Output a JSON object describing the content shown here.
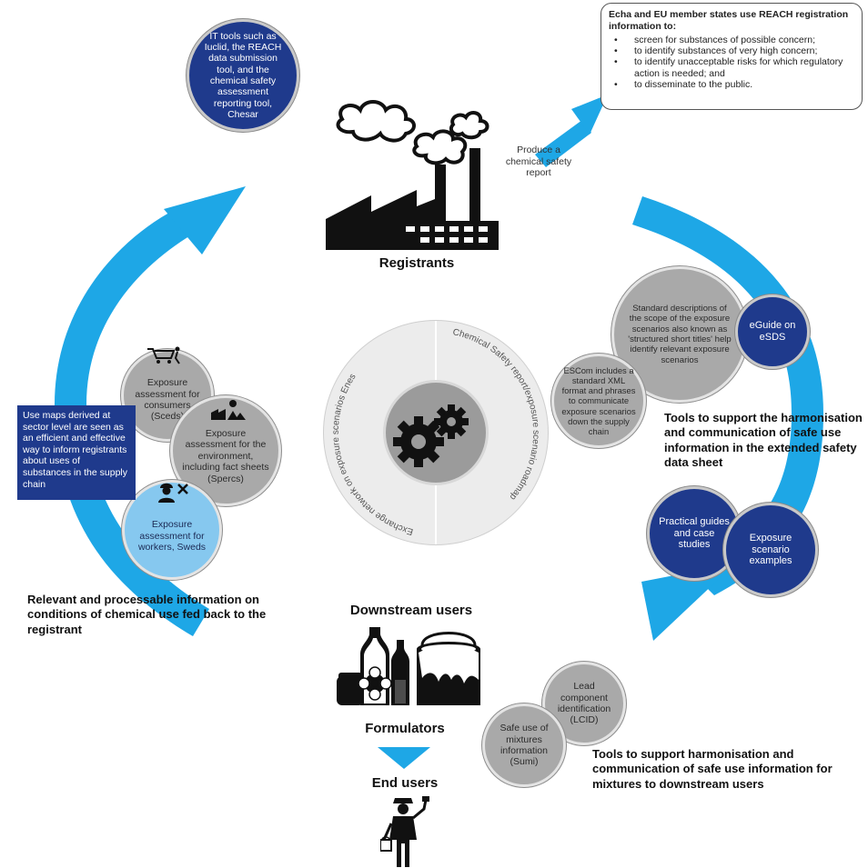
{
  "registrants_label": "Registrants",
  "it_tools": "IT tools such as Iuclid, the REACH data submission tool, and the chemical safety assessment reporting tool, Chesar",
  "produce_report": "Produce a chemical safety report",
  "reach_box": {
    "title": "Echa and EU member states use REACH registration information to:",
    "items": [
      "screen for substances of possible concern;",
      "to identify substances of very high concern;",
      "to identify unacceptable risks for which regulatory action is needed; and",
      "to disseminate to the public."
    ]
  },
  "standard_descriptions": "Standard descriptions of the scope of the exposure scenarios also known as 'structured short titles' help identify relevant exposure scenarios",
  "eguide": "eGuide on eSDS",
  "escom": "ESCom includes a standard XML format and phrases to communicate exposure scenarios down the supply chain",
  "tools_sds": "Tools to support the harmonisation and communication of safe use information in the extended safety data sheet",
  "practical_guides": "Practical guides and case studies",
  "exposure_examples": "Exposure scenario examples",
  "hub": {
    "left_arc": "Exchange network on exposure scenarios Enes",
    "right_arc": "Chemical Safety report/exposure scenario roadmap"
  },
  "consumers": "Exposure assessment for consumers (Sceds)",
  "environment": "Exposure assessment for the environment, including fact sheets (Spercs)",
  "workers": "Exposure assessment for workers, Sweds",
  "use_maps": "Use maps derived at sector level are seen as an efficient and effective way to inform registrants about uses of substances in the supply chain",
  "relevant_info": "Relevant and processable information on conditions of chemical use fed back to the registrant",
  "downstream_users": "Downstream users",
  "formulators": "Formulators",
  "end_users": "End users",
  "lcid": "Lead component identification (LCID)",
  "sumi": "Safe use of mixtures information (Sumi)",
  "tools_mixtures": "Tools to support harmonisation and communication of safe use information for mixtures to downstream users",
  "colors": {
    "arrow": "#1ea7e6",
    "dark_circle": "#1f3a8c",
    "grey_circle": "#a9a9a9",
    "light_circle": "#86c8ef"
  }
}
